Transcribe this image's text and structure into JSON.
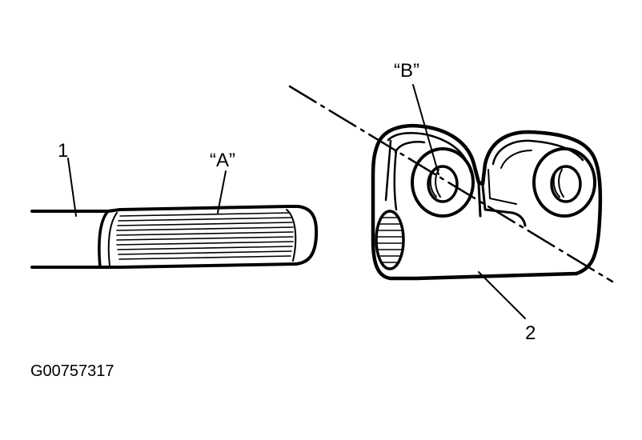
{
  "labels": {
    "part_1": "1",
    "part_2": "2",
    "callout_a": "“A”",
    "callout_b": "“B”"
  },
  "figure_code": "G00757317",
  "colors": {
    "ink": "#000000",
    "paper": "#ffffff"
  }
}
